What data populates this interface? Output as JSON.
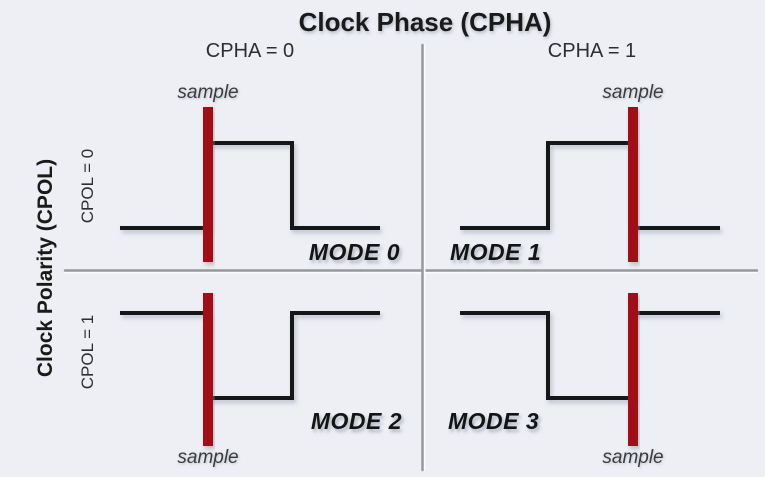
{
  "title": "Clock Phase (CPHA)",
  "y_axis_label": "Clock Polarity (CPOL)",
  "column_headers": [
    "CPHA = 0",
    "CPHA = 1"
  ],
  "row_headers": [
    "CPOL = 0",
    "CPOL = 1"
  ],
  "colors": {
    "background": "#edeff5",
    "waveform": "#141414",
    "sample_bar": "#a31115",
    "divider": "#97989c",
    "divider_highlight": "#fbfbfd"
  },
  "quadrants": [
    {
      "mode_label": "MODE 0",
      "sample_label": "sample",
      "cpol": 0,
      "cpha": 0
    },
    {
      "mode_label": "MODE 1",
      "sample_label": "sample",
      "cpol": 0,
      "cpha": 1
    },
    {
      "mode_label": "MODE 2",
      "sample_label": "sample",
      "cpol": 1,
      "cpha": 0
    },
    {
      "mode_label": "MODE 3",
      "sample_label": "sample",
      "cpol": 1,
      "cpha": 1
    }
  ]
}
